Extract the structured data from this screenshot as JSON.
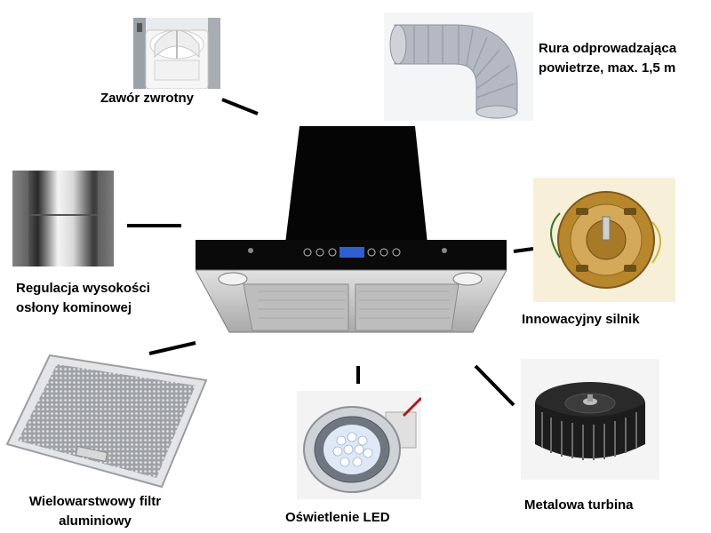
{
  "callouts": {
    "check_valve": "Zawór zwrotny",
    "duct_pipe": {
      "line1": "Rura odprowadzająca",
      "line2": "powietrze, max. 1,5 m"
    },
    "chimney_height": {
      "line1": "Regulacja wysokości",
      "line2": "osłony kominowej"
    },
    "motor": "Innowacyjny silnik",
    "filter": {
      "line1": "Wielowarstwowy filtr",
      "line2": "aluminiowy"
    },
    "led": "Oświetlenie LED",
    "turbine": "Metalowa turbina"
  },
  "colors": {
    "connector": "#000000",
    "hood_black": "#050505",
    "steel": "#c8c8c8",
    "display_blue": "#2f5fd0",
    "motor_copper": "#b8862c",
    "image_bg": "#f7efd8"
  },
  "icons": [
    "check-valve-photo",
    "duct-pipe-photo",
    "chimney-cover-photo",
    "cooker-hood-photo",
    "motor-photo",
    "aluminium-filter-photo",
    "led-lamp-photo",
    "turbine-photo"
  ]
}
